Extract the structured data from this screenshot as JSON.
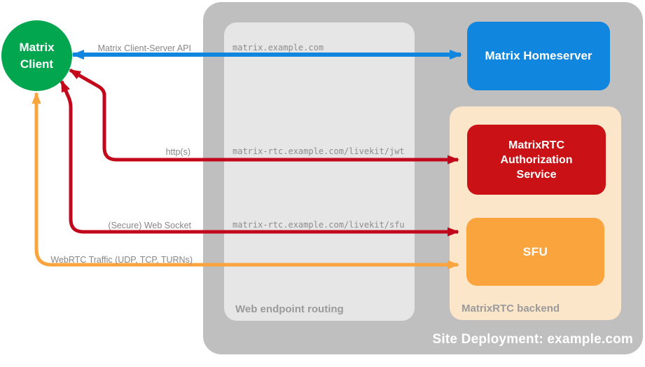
{
  "client": {
    "label": "Matrix Client"
  },
  "site_container": {
    "label": "Site Deployment: example.com"
  },
  "routing_box": {
    "label": "Web endpoint routing",
    "endpoints": [
      "matrix.example.com",
      "matrix-rtc.example.com/livekit/jwt",
      "matrix-rtc.example.com/livekit/sfu"
    ]
  },
  "backend_container": {
    "label": "MatrixRTC backend"
  },
  "nodes": {
    "homeserver": {
      "label": "Matrix Homeserver",
      "color": "#1186DE"
    },
    "auth_service": {
      "label": "MatrixRTC Authorization Service",
      "color": "#CA1115"
    },
    "sfu": {
      "label": "SFU",
      "color": "#F9A43C"
    }
  },
  "connections": [
    {
      "id": "client-server-api",
      "label": "Matrix Client-Server API",
      "color": "#1186DE",
      "from": "Matrix Client",
      "to": "Matrix Homeserver",
      "endpoint": "matrix.example.com",
      "bidirectional": true
    },
    {
      "id": "http",
      "label": "http(s)",
      "color": "#C3081C",
      "from": "Matrix Client",
      "to": "MatrixRTC Authorization Service",
      "endpoint": "matrix-rtc.example.com/livekit/jwt",
      "bidirectional": true
    },
    {
      "id": "websocket",
      "label": "(Secure) Web Socket",
      "color": "#C3081C",
      "from": "Matrix Client",
      "to": "SFU",
      "endpoint": "matrix-rtc.example.com/livekit/sfu",
      "bidirectional": true
    },
    {
      "id": "webrtc",
      "label": "WebRTC Traffic (UDP, TCP, TURNs)",
      "color": "#F9A43C",
      "from": "Matrix Client",
      "to": "SFU",
      "bidirectional": true
    }
  ],
  "colors": {
    "client_green": "#02A64F",
    "site_gray": "#BFBFBF",
    "routing_gray": "#E6E6E6",
    "backend_peach": "#FCE6CA",
    "label_gray": "#868686",
    "text_white": "#FFFFFF"
  }
}
